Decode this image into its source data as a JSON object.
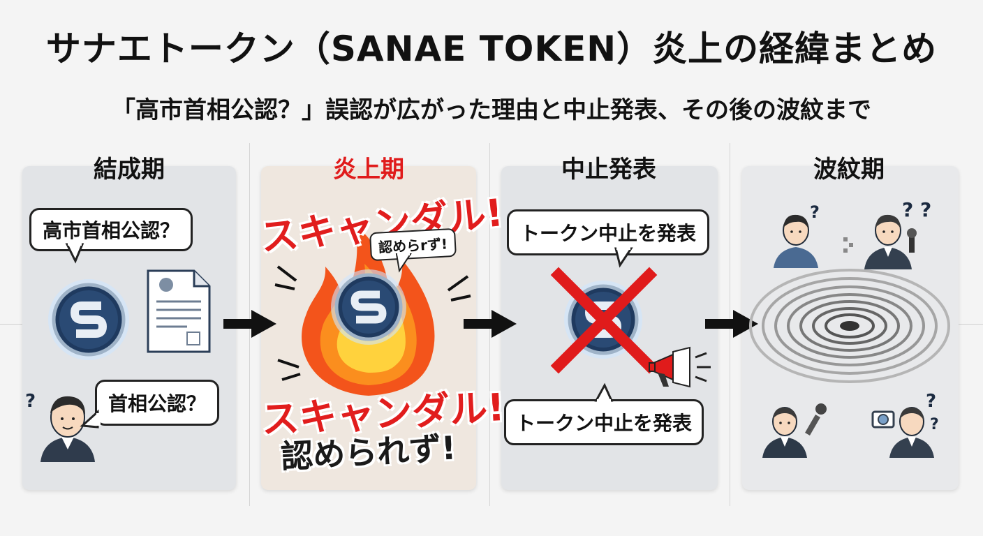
{
  "title": "サナエトークン（SANAE TOKEN）炎上の経緯まとめ",
  "subtitle": "「高市首相公認？」誤認が広がった理由と中止発表、その後の波紋まで",
  "stages": [
    {
      "title": "結成期",
      "bubble_top": "高市首相公認？",
      "bubble_bottom": "首相公認？",
      "question": "?"
    },
    {
      "title": "炎上期",
      "scandal_top": "スキャンダル!",
      "small_bubble": "認めらrず!",
      "scandal_bottom": "スキャンダル!",
      "denied_bottom": "認められず!"
    },
    {
      "title": "中止発表",
      "bubble_top": "トークン中止を発表",
      "bubble_bottom": "トークン中止を発表"
    },
    {
      "title": "波紋期",
      "q1": "?",
      "q2": "? ?",
      "q3": "?",
      "q4": "?"
    }
  ],
  "icons": {
    "token": "sanae-token-coin-icon",
    "document": "document-icon",
    "fire": "fire-icon",
    "cross": "red-x-icon",
    "megaphone": "megaphone-icon",
    "ripple": "ripple-icon",
    "arrow": "right-arrow-icon"
  },
  "colors": {
    "accent_red": "#e01b1b",
    "coin_dark": "#1f3a5f",
    "panel_gray": "#e2e4e7",
    "panel_warm": "#efe7df"
  }
}
